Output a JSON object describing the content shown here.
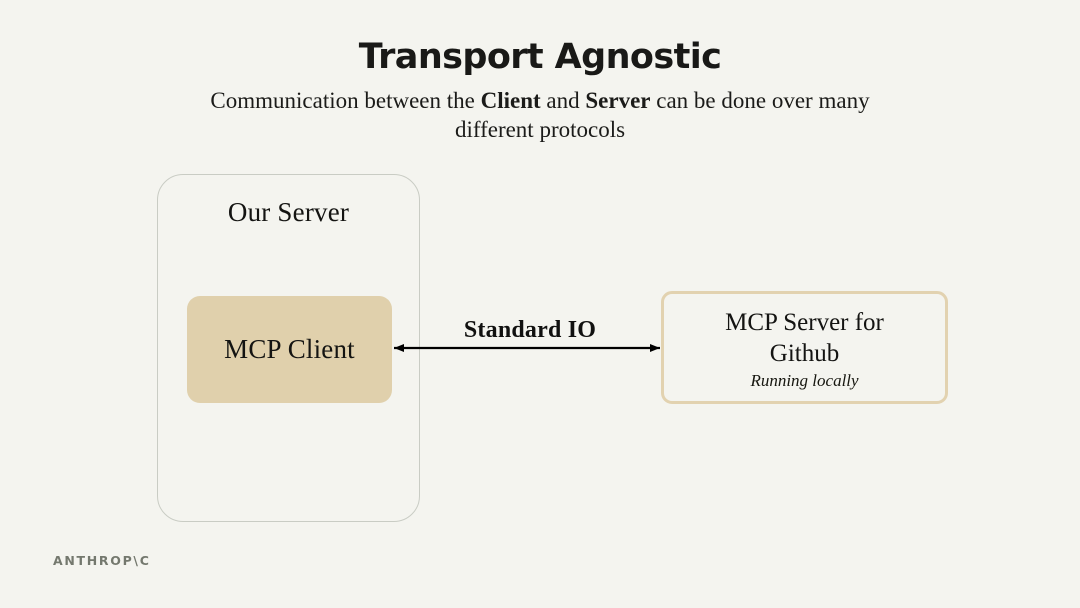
{
  "slide": {
    "background_color": "#F4F4EF",
    "title": "Transport Agnostic",
    "subtitle": {
      "part1": "Communication between the ",
      "bold1": "Client",
      "part2": " and ",
      "bold2": "Server",
      "part3": " can be done over many different protocols"
    }
  },
  "diagram": {
    "our_server": {
      "label": "Our Server",
      "border_color": "#C9CCC4"
    },
    "mcp_client": {
      "label": "MCP Client",
      "fill_color": "#E0D0AC"
    },
    "connector": {
      "label": "Standard IO",
      "direction": "bidirectional",
      "line_color": "#000000"
    },
    "mcp_server": {
      "title": "MCP Server for Github",
      "subtitle": "Running locally",
      "border_color": "#E2D2B0"
    }
  },
  "footer": {
    "logo_text": "ANTHROP\\C",
    "logo_color": "#74786E"
  }
}
